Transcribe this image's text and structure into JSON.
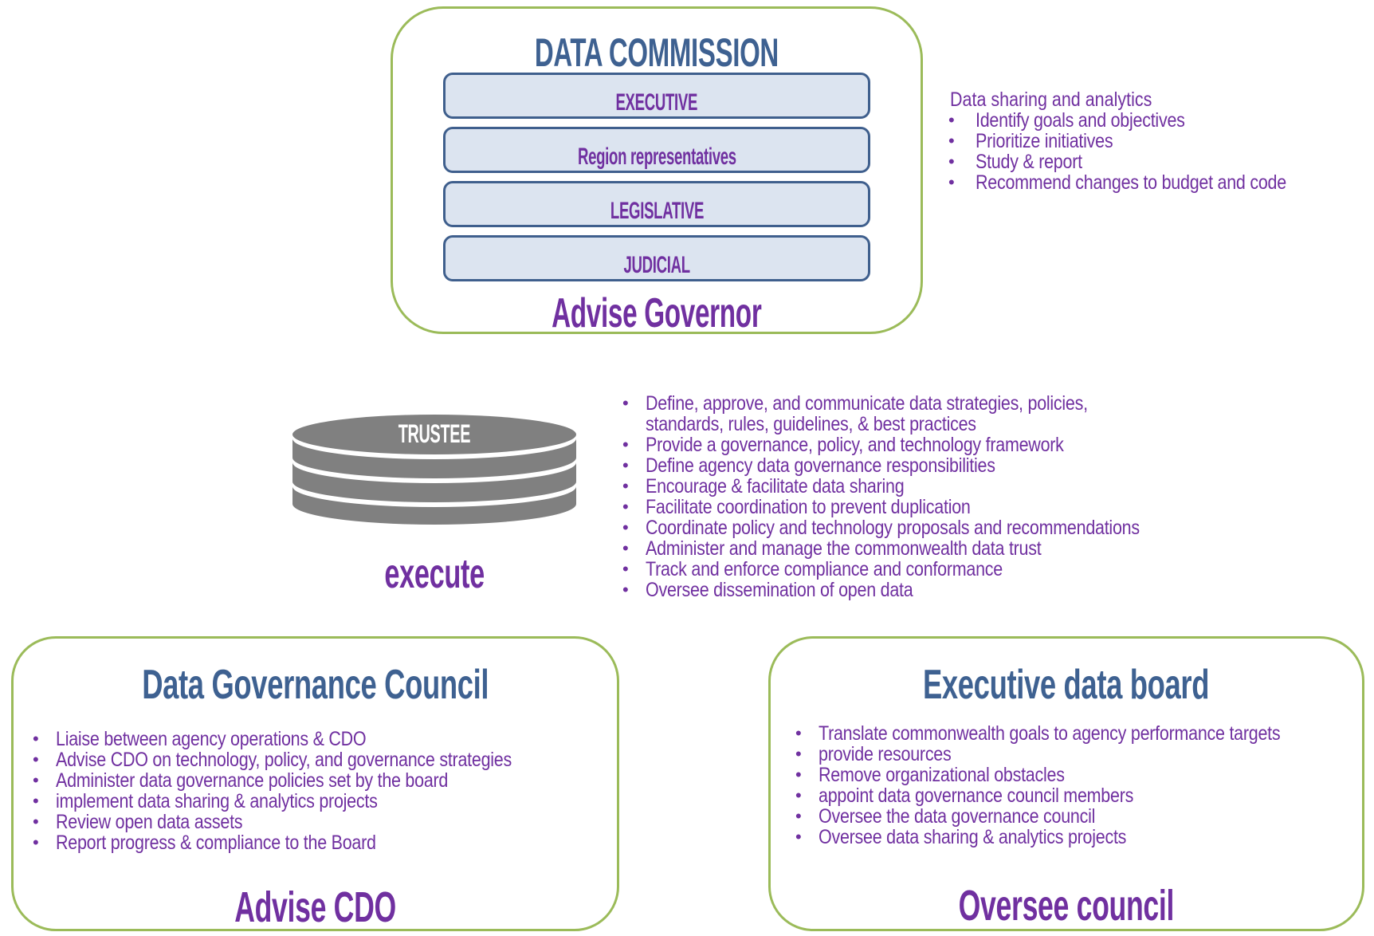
{
  "colors": {
    "box_border": "#9bbb59",
    "title_blue": "#3e6191",
    "text_purple": "#7030a0",
    "bar_fill": "#dce4f0",
    "bar_border": "#3f5f8d",
    "trustee_gray": "#808080"
  },
  "commission": {
    "title": "DATA COMMISSION",
    "bars": [
      {
        "label": "EXECUTIVE"
      },
      {
        "label": "Region representatives"
      },
      {
        "label": "LEGISLATIVE"
      },
      {
        "label": "JUDICIAL"
      }
    ],
    "role": "Advise Governor",
    "side_heading": "Data sharing and analytics",
    "side_items": [
      "Identify goals and objectives",
      "Prioritize initiatives",
      "Study & report",
      "Recommend changes to budget and code"
    ]
  },
  "trustee": {
    "icon": "database-stack-icon",
    "label": "TRUSTEE",
    "role": "execute",
    "items": [
      {
        "line1": "Define, approve, and communicate data strategies, policies,",
        "line2": "standards, rules, guidelines, & best practices"
      },
      {
        "line1": "Provide a governance, policy, and technology framework"
      },
      {
        "line1": "Define agency data governance responsibilities"
      },
      {
        "line1": "Encourage & facilitate data sharing"
      },
      {
        "line1": "Facilitate coordination to prevent duplication"
      },
      {
        "line1": "Coordinate policy and technology proposals and recommendations"
      },
      {
        "line1": "Administer and manage the commonwealth data trust"
      },
      {
        "line1": "Track and enforce compliance and conformance"
      },
      {
        "line1": "Oversee dissemination of open data"
      }
    ]
  },
  "council": {
    "title": "Data Governance Council",
    "items": [
      "Liaise between agency operations & CDO",
      "Advise CDO on technology, policy, and governance strategies",
      "Administer data governance policies set by the board",
      "implement data sharing & analytics projects",
      "Review open data assets",
      "Report progress & compliance to the Board"
    ],
    "role": "Advise CDO"
  },
  "board": {
    "title": "Executive data board",
    "items": [
      "Translate commonwealth goals to agency performance targets",
      "provide resources",
      "Remove organizational obstacles",
      "appoint data governance council members",
      "Oversee the data governance council",
      "Oversee data sharing & analytics projects"
    ],
    "role": "Oversee council"
  }
}
